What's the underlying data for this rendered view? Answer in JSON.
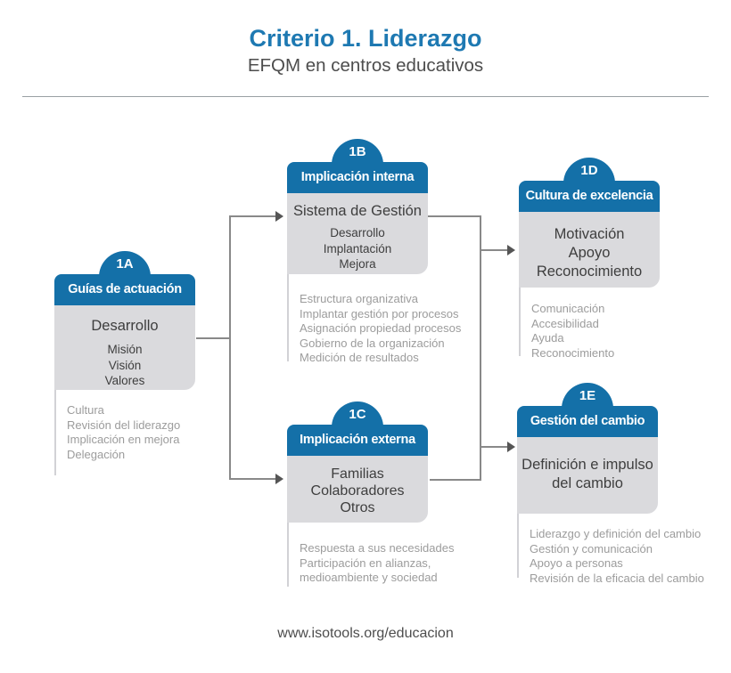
{
  "header": {
    "title": "Criterio 1. Liderazgo",
    "subtitle": "EFQM en centros educativos"
  },
  "footer": {
    "url": "www.isotools.org/educacion"
  },
  "colors": {
    "primary_blue": "#1470a8",
    "title_blue": "#1e79b2",
    "body_gray": "#dadadd",
    "tail_gray": "#d2d2d6",
    "side_text_gray": "#9c9c9c",
    "body_text": "#3e3e3e",
    "connector_gray": "#898989",
    "arrow_dark": "#555555",
    "divider_gray": "#9aa0a4",
    "subtitle_text": "#4d4d4d"
  },
  "boxes": [
    {
      "badge": "1A",
      "title": "Guías de actuación",
      "main_lines": [
        "Desarrollo"
      ],
      "sub_lines": [
        "Misión",
        "Visión",
        "Valores"
      ],
      "side_notes": [
        "Cultura",
        "Revisión del liderazgo",
        "Implicación en mejora",
        "Delegación"
      ]
    },
    {
      "badge": "1B",
      "title": "Implicación interna",
      "main_lines": [
        "Sistema de Gestión"
      ],
      "sub_lines": [
        "Desarrollo",
        "Implantación",
        "Mejora"
      ],
      "side_notes": [
        "Estructura organizativa",
        "Implantar gestión por procesos",
        "Asignación propiedad procesos",
        "Gobierno de la organización",
        "Medición de resultados"
      ]
    },
    {
      "badge": "1C",
      "title": "Implicación externa",
      "main_lines": [
        "Familias",
        "Colaboradores",
        "Otros"
      ],
      "sub_lines": [],
      "side_notes": [
        "Respuesta a sus necesidades",
        "Participación en alianzas,",
        "medioambiente y sociedad"
      ]
    },
    {
      "badge": "1D",
      "title": "Cultura de excelencia",
      "main_lines": [
        "Motivación",
        "Apoyo",
        "Reconocimiento"
      ],
      "sub_lines": [],
      "side_notes": [
        "Comunicación",
        "Accesibilidad",
        "Ayuda",
        "Reconocimiento"
      ]
    },
    {
      "badge": "1E",
      "title": "Gestión del cambio",
      "main_lines": [
        "Definición e impulso",
        "del cambio"
      ],
      "sub_lines": [],
      "side_notes": [
        "Liderazgo y definición del cambio",
        "Gestión y comunicación",
        "Apoyo a personas",
        "Revisión de la eficacia del cambio"
      ]
    }
  ]
}
